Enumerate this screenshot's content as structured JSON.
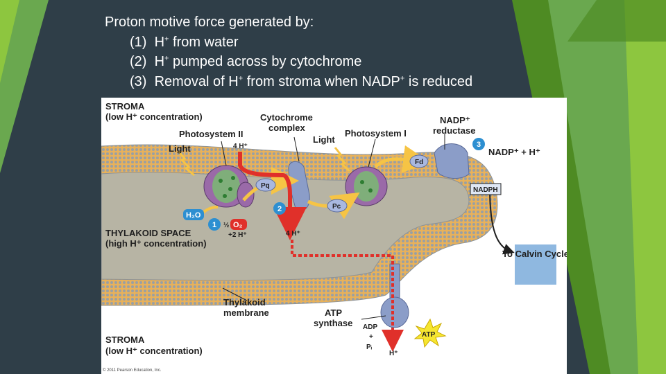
{
  "slide": {
    "heading": {
      "line1": "Proton motive force generated by:",
      "items": [
        {
          "num": "(1)",
          "pre": "H",
          "sup": "+",
          "post": " from water"
        },
        {
          "num": "(2)",
          "pre": "H",
          "sup": "+",
          "post": " pumped across by cytochrome"
        },
        {
          "num": "(3)",
          "pre": "Removal of H",
          "sup": "+",
          "mid": " from stroma when NADP",
          "sup2": "+",
          "post": " is reduced"
        }
      ]
    },
    "colors": {
      "background": "#2f3e48",
      "accent_green": "#8dc63f",
      "dark_green": "#4e8b23"
    }
  },
  "figure": {
    "labels": {
      "stroma_top_1": "STROMA",
      "stroma_top_2": "(low H⁺ concentration)",
      "photosystem_ii": "Photosystem II",
      "light_1": "Light",
      "h_plus_4_top": "4 H⁺",
      "cytochrome_1": "Cytochrome",
      "cytochrome_2": "complex",
      "photosystem_i": "Photosystem I",
      "light_2": "Light",
      "nadp_reductase_1": "NADP⁺",
      "nadp_reductase_2": "reductase",
      "nadp_h": "NADP⁺ + H⁺",
      "fd": "Fd",
      "nadph": "NADPH",
      "pq": "Pq",
      "pc": "Pc",
      "h2o": "H₂O",
      "o2": "O₂",
      "half": "½",
      "two_h": "+2 H⁺",
      "h_plus_4_bottom": "4 H⁺",
      "thylakoid_space_1": "THYLAKOID SPACE",
      "thylakoid_space_2": "(high H⁺ concentration)",
      "calvin": "To Calvin Cycle",
      "thylakoid_membrane_1": "Thylakoid",
      "thylakoid_membrane_2": "membrane",
      "atp_synthase_1": "ATP",
      "atp_synthase_2": "synthase",
      "adp": "ADP",
      "plus": "+",
      "pi": "Pᵢ",
      "atp": "ATP",
      "h_plus_out": "H⁺",
      "stroma_bottom_1": "STROMA",
      "stroma_bottom_2": "(low H⁺ concentration)",
      "copyright": "© 2011 Pearson Education, Inc."
    },
    "steps": [
      "1",
      "2",
      "3"
    ],
    "colors": {
      "membrane": "#e8b15a",
      "lumen": "#b7b4a4",
      "protein": "#8b7ab8",
      "photosystem": "#9a6aa8",
      "proton_arrow": "#e0302a",
      "electron_path": "#f6c445",
      "step_badge": "#2d8fd1",
      "calvin_box": "#8fb8e0"
    }
  }
}
